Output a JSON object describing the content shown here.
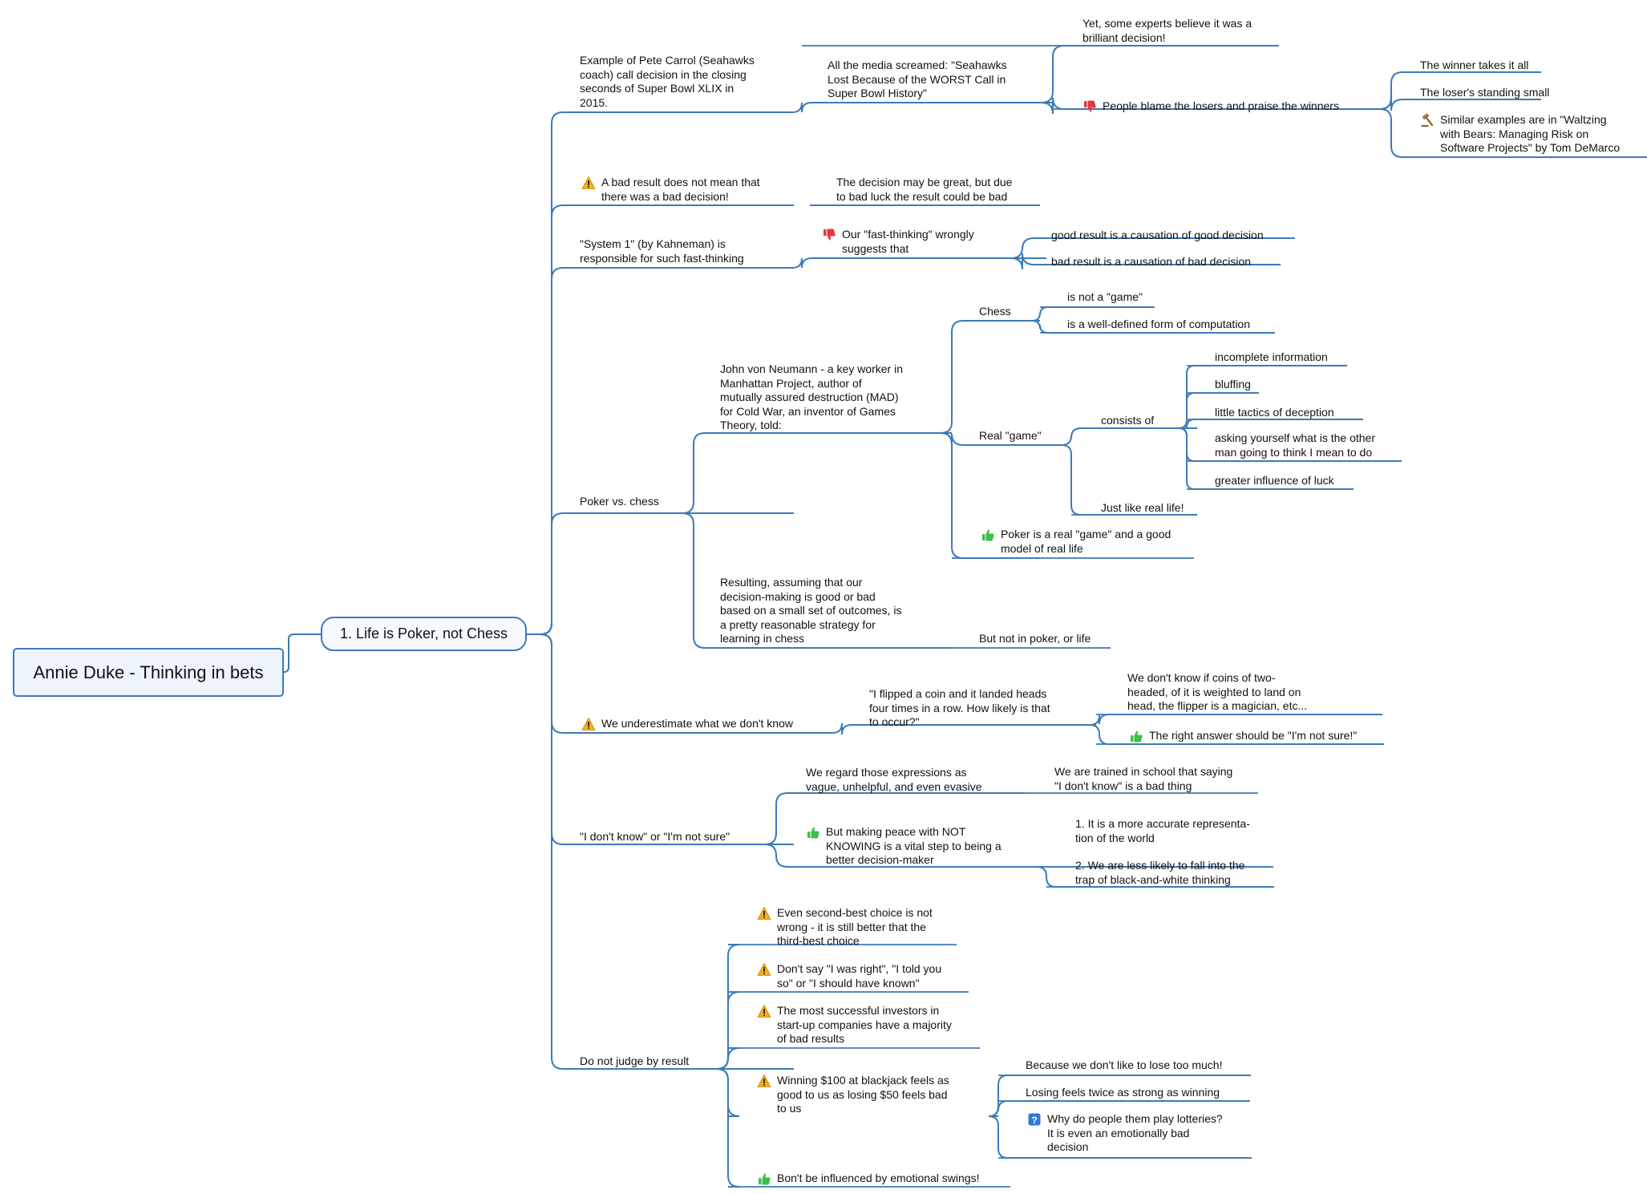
{
  "root": "Annie Duke - Thinking in bets",
  "main_topic": "1. Life is Poker, not Chess",
  "colors": {
    "line": "#3d7ab8",
    "warning": "#f2b01e",
    "thumbs_up": "#3cbf4a",
    "thumbs_down": "#e23a3a",
    "question": "#2b7bd6"
  },
  "nodes": {
    "pete": "Example of Pete Carrol (Seahawks\ncoach) call decision in the closing\nseconds of Super Bowl XLIX in\n2015.",
    "media": "All the media screamed: \"Seahawks\nLost Because of the WORST Call in\nSuper Bowl History\"",
    "experts": "Yet, some experts believe it was a\nbrilliant decision!",
    "blame": "People blame the losers and praise the winners",
    "winner": "The winner takes it all",
    "loser": "The loser's standing small",
    "similar": "Similar examples are in \"Waltzing\nwith Bears: Managing Risk on\nSoftware Projects\" by Tom DeMarco",
    "badresult": "A bad result does not mean that\nthere was a bad decision!",
    "decision_great": "The decision may be great, but due\nto bad luck the result could be bad",
    "system1": "\"System 1\" (by Kahneman) is\nresponsible for such fast-thinking",
    "fast": "Our \"fast-thinking\" wrongly\nsuggests that",
    "good_result": "good result is a causation of good decision",
    "bad_result": "bad result is a causation of bad decision",
    "poker": "Poker vs. chess",
    "neumann": "John von Neumann - a key worker in\nManhattan Project, author of\nmutually assured destruction (MAD)\nfor Cold War, an inventor of Games\nTheory, told:",
    "chess": "Chess",
    "not_game": "is not a \"game\"",
    "well_defined": "is a well-defined form of computation",
    "real_game": "Real \"game\"",
    "consists": "consists of",
    "incomplete": "incomplete information",
    "bluffing": "bluffing",
    "tactics": "little tactics of deception",
    "asking": "asking yourself what is the other\nman going to think I mean to do",
    "luck": "greater influence of luck",
    "real_life": "Just like real life!",
    "poker_real": "Poker is a real \"game\" and a good\nmodel of real life",
    "resulting": "Resulting, assuming that our\ndecision-making is good or bad\nbased on a small set of outcomes, is\na pretty reasonable strategy for\nlearning in chess",
    "not_poker": "But not in poker, or life",
    "underestimate": "We underestimate what we don't know",
    "coin": "\"I flipped a coin and it landed heads\nfour times in a row. How likely is that\nto occur?\"",
    "two_headed": "We don't know if coins of two-\nheaded, of it is weighted to land on\nhead, the flipper is a magician, etc...",
    "not_sure": "The right answer should be \"I'm not sure!\"",
    "idk": "\"I don't know\" or \"I'm not sure\"",
    "regard": "We regard those expressions as\nvague, unhelpful, and even evasive",
    "trained": "We are trained in school that saying\n\"I don't know\" is a bad thing",
    "peace": "But making peace with NOT\nKNOWING is a vital step to being a\nbetter decision-maker",
    "accurate": "1. It is a more accurate representa-\ntion of the world",
    "less_likely": "2. We are less likely to fall into the\ntrap of black-and-white thinking",
    "judge": "Do not judge by result",
    "second_best": "Even second-best choice is not\nwrong - it is still better that the\nthird-best choice",
    "dont_say": "Don't say \"I was right\", \"I told you\nso\" or \"I should have known\"",
    "investors": "The most successful investors in\nstart-up companies have a majority\nof bad results",
    "blackjack": "Winning $100 at blackjack feels as\ngood to us as losing $50 feels bad\nto us",
    "lose_much": "Because we don't like to lose too much!",
    "twice": "Losing feels twice as strong as winning",
    "lotteries": "Why do people them play lotteries?\nIt is even an emotionally bad\ndecision",
    "swings": "Bon't be influenced by emotional swings!"
  },
  "icons": {
    "blame": "thumbs-down-icon",
    "similar": "gavel-icon",
    "badresult": "warning-icon",
    "fast": "thumbs-down-icon",
    "poker_real": "thumbs-up-icon",
    "underestimate": "warning-icon",
    "not_sure": "thumbs-up-icon",
    "peace": "thumbs-up-icon",
    "second_best": "warning-icon",
    "dont_say": "warning-icon",
    "investors": "warning-icon",
    "blackjack": "warning-icon",
    "lotteries": "question-icon",
    "swings": "thumbs-up-icon"
  }
}
